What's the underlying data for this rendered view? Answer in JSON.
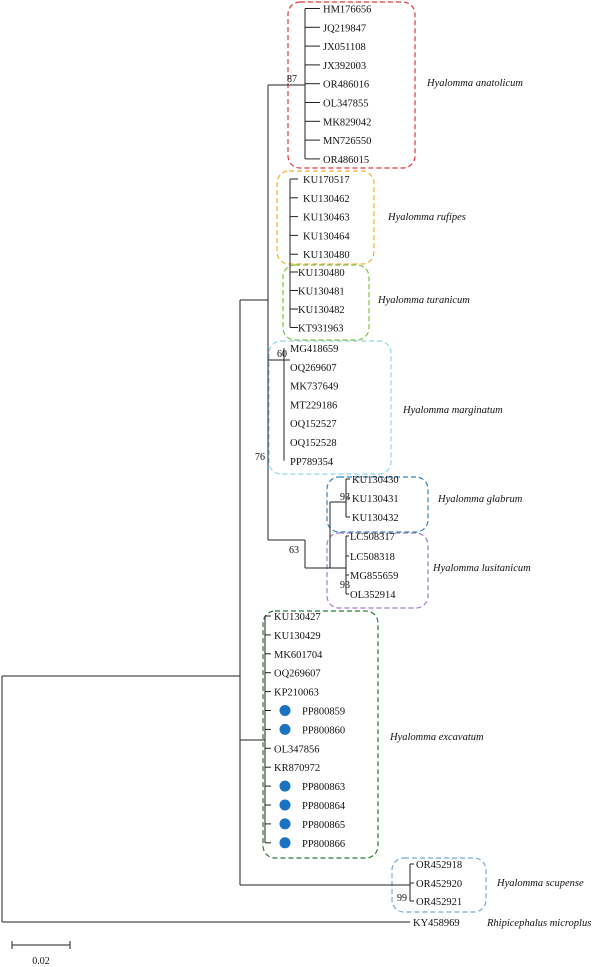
{
  "colors": {
    "anatolicum": "#e0393e",
    "rufipes": "#f2b233",
    "turanicum": "#7cc242",
    "marginatum": "#8fd3ee",
    "glabrum": "#2f83c5",
    "lusitanicum": "#a57bc6",
    "excavatum": "#2d7a3a",
    "scupense": "#7aa8dc",
    "marker": "#1a73c2",
    "branch": "#222222"
  },
  "groups": {
    "anatolicum": {
      "species": "Hyalomma anatolicum",
      "bootstrap": "87",
      "leaves": [
        "HM176656",
        "JQ219847",
        "JX051108",
        "JX392003",
        "OR486016",
        "OL347855",
        "MK829042",
        "MN726550",
        "OR486015"
      ]
    },
    "rufipes": {
      "species": "Hyalomma rufipes",
      "leaves": [
        "KU170517",
        "KU130462",
        "KU130463",
        "KU130464",
        "KU130480"
      ]
    },
    "turanicum": {
      "species": "Hyalomma turanicum",
      "leaves": [
        "KU130480",
        "KU130481",
        "KU130482",
        "KT931963"
      ]
    },
    "marginatum": {
      "species": "Hyalomma marginatum",
      "bootstrap": "60",
      "leaves": [
        "MG418659",
        "OQ269607",
        "MK737649",
        "MT229186",
        "OQ152527",
        "OQ152528",
        "PP789354"
      ]
    },
    "glabrum": {
      "species": "Hyalomma glabrum",
      "bootstrap": "93",
      "leaves": [
        "KU130430",
        "KU130431",
        "KU130432"
      ]
    },
    "lusitanicum": {
      "species": "Hyalomma lusitanicum",
      "bootstrap": "93",
      "leaves": [
        "LC508317",
        "LC508318",
        "MG855659",
        "OL352914"
      ]
    },
    "excavatum": {
      "species": "Hyalomma excavatum",
      "leaves": [
        "KU130427",
        "KU130429",
        "MK601704",
        "OQ269607",
        "KP210063",
        "PP800859",
        "PP800860",
        "OL347856",
        "KR870972",
        "PP800863",
        "PP800864",
        "PP800865",
        "PP800866"
      ],
      "marked": [
        "PP800859",
        "PP800860",
        "PP800863",
        "PP800864",
        "PP800865",
        "PP800866"
      ]
    },
    "scupense": {
      "species": "Hyalomma scupense",
      "bootstrap": "99",
      "leaves": [
        "OR452918",
        "OR452920",
        "OR452921"
      ]
    },
    "outgroup": {
      "species": "Rhipicephalus microplus",
      "leaves": [
        "KY458969"
      ]
    }
  },
  "node_labels": {
    "glabrum_lusitanicum": "63",
    "hyalomma_core": "76"
  },
  "scale_bar": {
    "label": "0.02"
  }
}
